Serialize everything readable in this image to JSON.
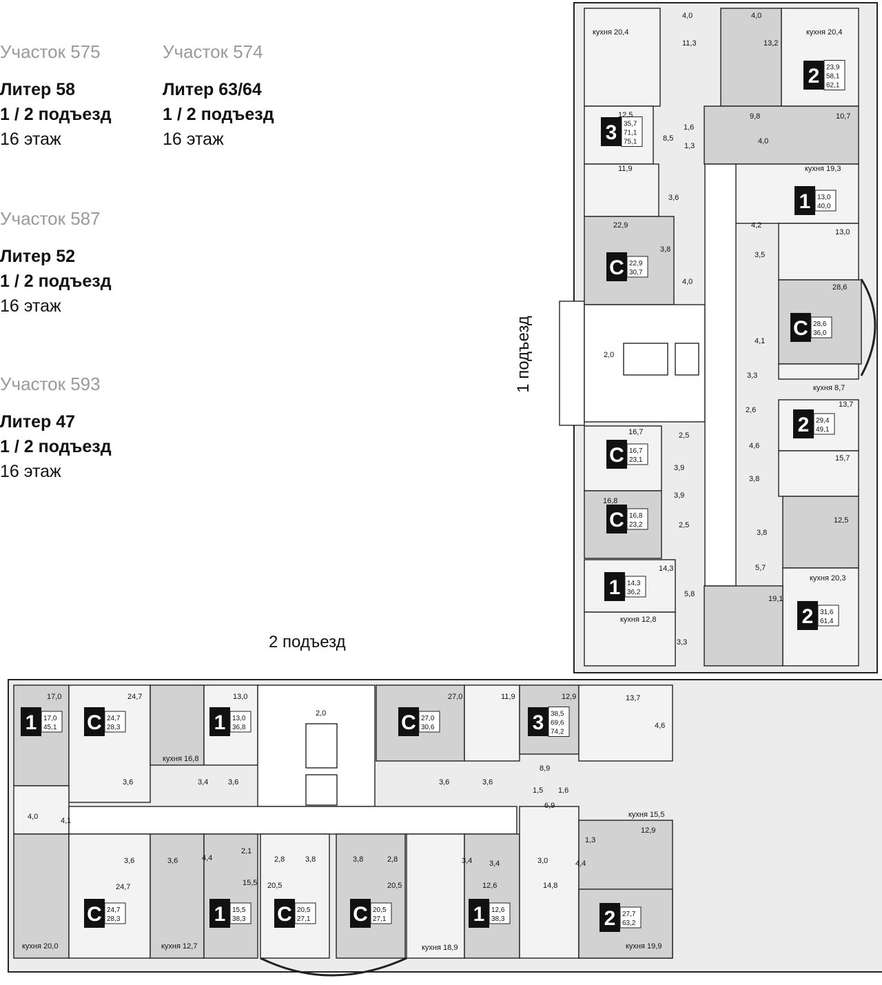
{
  "legend": [
    {
      "plot": "Участок 575",
      "liter": "Литер 58",
      "entrances": "1 / 2 подъезд",
      "floor": "16 этаж"
    },
    {
      "plot": "Участок 574",
      "liter": "Литер 63/64",
      "entrances": "1 / 2 подъезд",
      "floor": "16 этаж"
    },
    {
      "plot": "Участок 587",
      "liter": "Литер 52",
      "entrances": "1 / 2 подъезд",
      "floor": "16 этаж"
    },
    {
      "plot": "Участок 593",
      "liter": "Литер 47",
      "entrances": "1 / 2 подъезд",
      "floor": "16 этаж"
    }
  ],
  "entrance1_label": "1 подъезд",
  "entrance2_label": "2 подъезд",
  "apartments": [
    {
      "type": "2",
      "areas": [
        "23,9",
        "58,1",
        "62,1"
      ]
    },
    {
      "type": "3",
      "areas": [
        "35,7",
        "71,1",
        "75,1"
      ]
    },
    {
      "type": "1",
      "areas": [
        "13,0",
        "40,0"
      ]
    },
    {
      "type": "С",
      "areas": [
        "22,9",
        "30,7"
      ]
    },
    {
      "type": "С",
      "areas": [
        "28,6",
        "36,0"
      ]
    },
    {
      "type": "2",
      "areas": [
        "29,4",
        "49,1"
      ]
    },
    {
      "type": "С",
      "areas": [
        "16,7",
        "23,1"
      ]
    },
    {
      "type": "С",
      "areas": [
        "16,8",
        "23,2"
      ]
    },
    {
      "type": "1",
      "areas": [
        "14,3",
        "36,2"
      ]
    },
    {
      "type": "2",
      "areas": [
        "31,6",
        "61,4"
      ]
    },
    {
      "type": "1",
      "areas": [
        "17,0",
        "45,1"
      ]
    },
    {
      "type": "С",
      "areas": [
        "24,7",
        "28,3"
      ]
    },
    {
      "type": "1",
      "areas": [
        "13,0",
        "36,8"
      ]
    },
    {
      "type": "С",
      "areas": [
        "27,0",
        "30,6"
      ]
    },
    {
      "type": "3",
      "areas": [
        "38,5",
        "69,6",
        "74,2"
      ]
    },
    {
      "type": "С",
      "areas": [
        "24,7",
        "28,3"
      ]
    },
    {
      "type": "1",
      "areas": [
        "15,5",
        "38,3"
      ]
    },
    {
      "type": "С",
      "areas": [
        "20,5",
        "27,1"
      ]
    },
    {
      "type": "С",
      "areas": [
        "20,5",
        "27,1"
      ]
    },
    {
      "type": "1",
      "areas": [
        "12,6",
        "38,3"
      ]
    },
    {
      "type": "2",
      "areas": [
        "27,7",
        "63,2"
      ]
    }
  ],
  "room_labels": [
    "4,0",
    "4,0",
    "кухня 20,4",
    "кухня 20,4",
    "11,3",
    "13,2",
    "12,5",
    "9,8",
    "10,7",
    "1,6",
    "8,5",
    "1,3",
    "4,0",
    "11,9",
    "кухня 19,3",
    "3,6",
    "4,2",
    "13,0",
    "22,9",
    "3,8",
    "3,5",
    "4,0",
    "28,6",
    "4,1",
    "2,0",
    "3,3",
    "кухня 8,7",
    "13,7",
    "2,6",
    "16,7",
    "2,5",
    "4,6",
    "15,7",
    "3,9",
    "3,8",
    "16,8",
    "3,9",
    "12,5",
    "3,8",
    "2,5",
    "14,3",
    "5,7",
    "кухня 20,3",
    "5,8",
    "19,1",
    "кухня 12,8",
    "3,3",
    "17,0",
    "24,7",
    "13,0",
    "27,0",
    "11,9",
    "12,9",
    "13,7",
    "4,6",
    "2,0",
    "кухня 16,8",
    "3,6",
    "3,4",
    "3,6",
    "3,6",
    "3,6",
    "8,9",
    "1,5",
    "1,6",
    "4,0",
    "4,1",
    "6,9",
    "кухня 15,5",
    "1,3",
    "12,9",
    "3,6",
    "3,6",
    "4,4",
    "2,1",
    "2,8",
    "3,8",
    "3,8",
    "2,8",
    "3,4",
    "3,4",
    "3,0",
    "4,4",
    "24,7",
    "15,5",
    "20,5",
    "20,5",
    "12,6",
    "14,8",
    "кухня 20,0",
    "кухня 12,7",
    "кухня 18,9",
    "кухня 19,9"
  ]
}
